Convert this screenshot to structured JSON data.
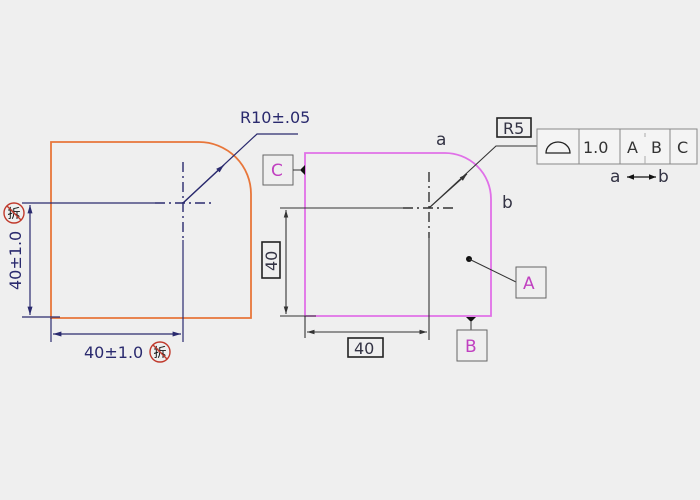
{
  "colors": {
    "background": "#efefef",
    "left_outline": "#e8763a",
    "right_outline": "#e070e8",
    "dim_line_left": "#2a2a6e",
    "dim_line_right": "#333333",
    "datum_letter": "#c040c0",
    "centerline": "#2a2a6e",
    "stamp_red": "#c0392b"
  },
  "left_view": {
    "radius_callout": "R10±.05",
    "vertical_dim": "40±1.0",
    "horizontal_dim": "40±1.0",
    "stamp_symbol": "拆",
    "stamp_icon": "prohibited-stamp-icon"
  },
  "right_view": {
    "radius_basic": "R5",
    "vertical_basic_dim": "40",
    "horizontal_basic_dim": "40",
    "label_a": "a",
    "label_b": "b",
    "datums": {
      "A": "A",
      "B": "B",
      "C": "C"
    },
    "feature_control_frame": {
      "symbol": "profile-of-a-line-icon",
      "tolerance": "1.0",
      "datum_1": "A",
      "datum_2": "B",
      "datum_3": "C",
      "between_from": "a",
      "between_to": "b",
      "between_icon": "between-arrow-icon"
    }
  }
}
